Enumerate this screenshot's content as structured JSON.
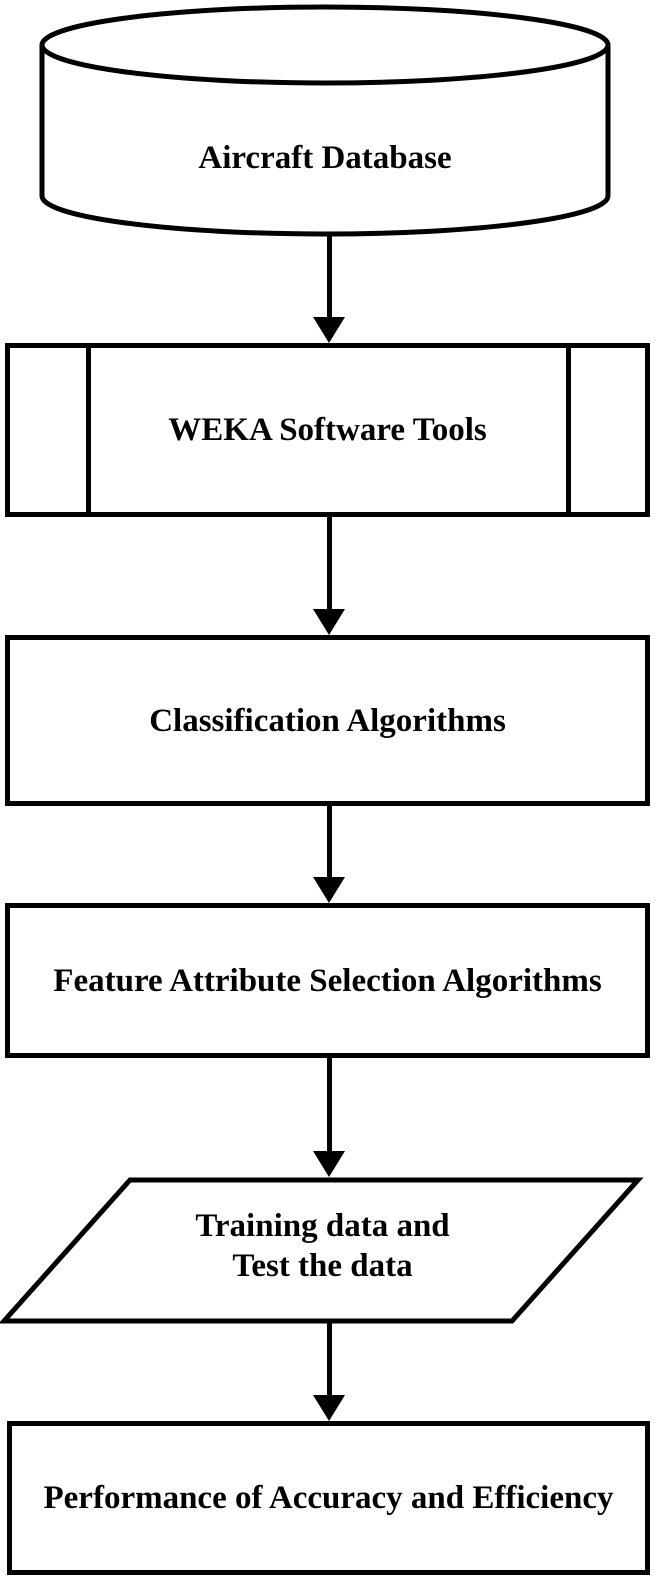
{
  "diagram": {
    "type": "flowchart",
    "colors": {
      "stroke": "#000000",
      "fill": "#ffffff",
      "text": "#000000",
      "background": "#ffffff"
    },
    "nodes": [
      {
        "shape": "cylinder",
        "label": "Aircraft Database"
      },
      {
        "shape": "predefined-process",
        "label": "WEKA Software Tools"
      },
      {
        "shape": "process",
        "label": "Classification Algorithms"
      },
      {
        "shape": "process",
        "label": "Feature Attribute Selection Algorithms"
      },
      {
        "shape": "parallelogram",
        "label_line1": "Training data and",
        "label_line2": "Test the data"
      },
      {
        "shape": "process",
        "label": "Performance of Accuracy and Efficiency"
      }
    ],
    "connectors": [
      {
        "from": "Aircraft Database",
        "to": "WEKA Software Tools",
        "direction": "down"
      },
      {
        "from": "WEKA Software Tools",
        "to": "Classification Algorithms",
        "direction": "down"
      },
      {
        "from": "Classification Algorithms",
        "to": "Feature Attribute Selection Algorithms",
        "direction": "down"
      },
      {
        "from": "Feature Attribute Selection Algorithms",
        "to": "Training data and Test the data",
        "direction": "down"
      },
      {
        "from": "Training data and Test the data",
        "to": "Performance of Accuracy and Efficiency",
        "direction": "down"
      }
    ]
  }
}
